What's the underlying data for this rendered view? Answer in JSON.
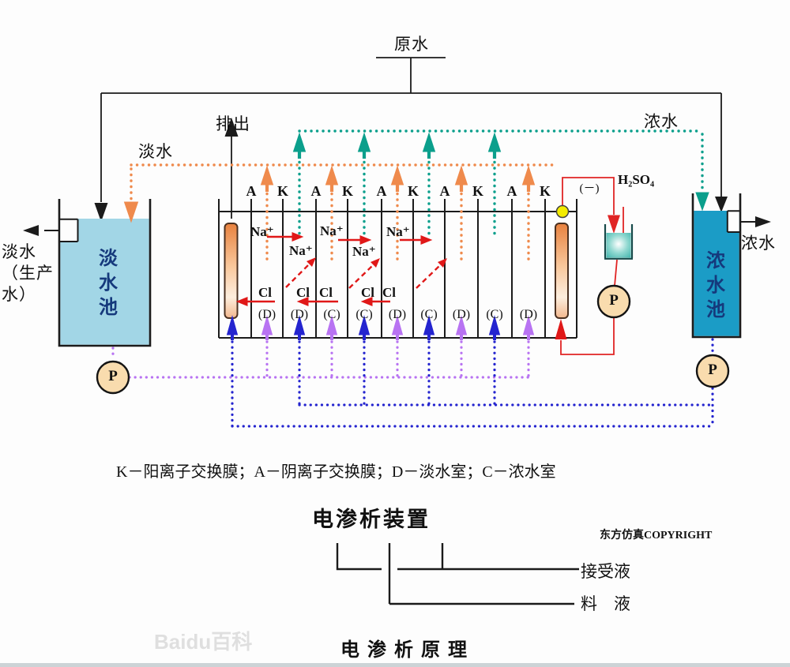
{
  "header": {
    "raw_water": "原水"
  },
  "streams": {
    "discharge": "排出",
    "fresh": "淡水",
    "concentrate": "浓水"
  },
  "stack": {
    "membranes": [
      "A",
      "K",
      "A",
      "K",
      "A",
      "K",
      "A",
      "K",
      "A",
      "K"
    ],
    "chambers": [
      "(D)",
      "(D)",
      "(C)",
      "(C)",
      "(D)",
      "(C)",
      "(D)",
      "(C)",
      "(D)"
    ],
    "cathode": "(－)",
    "acid": "H₂SO₄",
    "na": "Na⁺",
    "cl": "Cl"
  },
  "tanks": {
    "left": {
      "name": "淡水池",
      "outlet": "淡水\n（生产\n水）"
    },
    "right": {
      "name": "浓水池",
      "outlet": "浓水"
    }
  },
  "pump_label": "P",
  "legend": "K－阳离子交换膜；A－阴离子交换膜；D－淡水室；C－浓水室",
  "footer": {
    "device": "电渗析装置",
    "copyright": "东方仿真COPYRIGHT",
    "receiving": "接受液",
    "feed": "料　液",
    "principle": "电 渗 析 原 理",
    "watermark": "Baidu百科"
  },
  "colors": {
    "fresh_dotted": "#ef8a4c",
    "concentrate_dotted": "#0b9f8c",
    "dilute_feed_dotted": "#b873f2",
    "concentrate_feed_dotted": "#2424cf",
    "circuit_red": "#e02424",
    "left_tank_water": "#a2d6e6",
    "right_tank_water": "#1b9cc6",
    "electrode_orange": "#e8813e",
    "pump_fill": "#f9dcae",
    "node_yellow": "#f4ec00"
  }
}
